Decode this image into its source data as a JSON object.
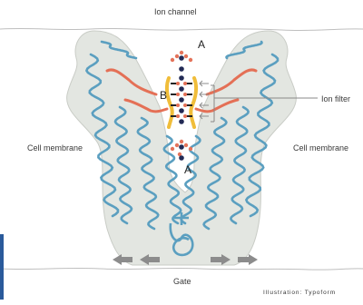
{
  "labels": {
    "ion_channel": "Ion channel",
    "cell_membrane_left": "Cell membrane",
    "cell_membrane_right": "Cell membrane",
    "ion_filter": "Ion filter",
    "gate": "Gate",
    "site_a_top": "A",
    "site_a_bottom": "A",
    "site_b": "B",
    "credit": "Illustration: Typoform"
  },
  "colors": {
    "protein_body": "#e3e6e1",
    "protein_outline": "#c9ccc6",
    "helix": "#5b9fc0",
    "filter_loop": "#e47056",
    "filter_yellow": "#f0bd3a",
    "ion": "#222a55",
    "water_oxygen": "#e4735a",
    "arrow": "#8c8c8c",
    "line": "#888888",
    "left_edge_bar": "#2a5a9b"
  }
}
